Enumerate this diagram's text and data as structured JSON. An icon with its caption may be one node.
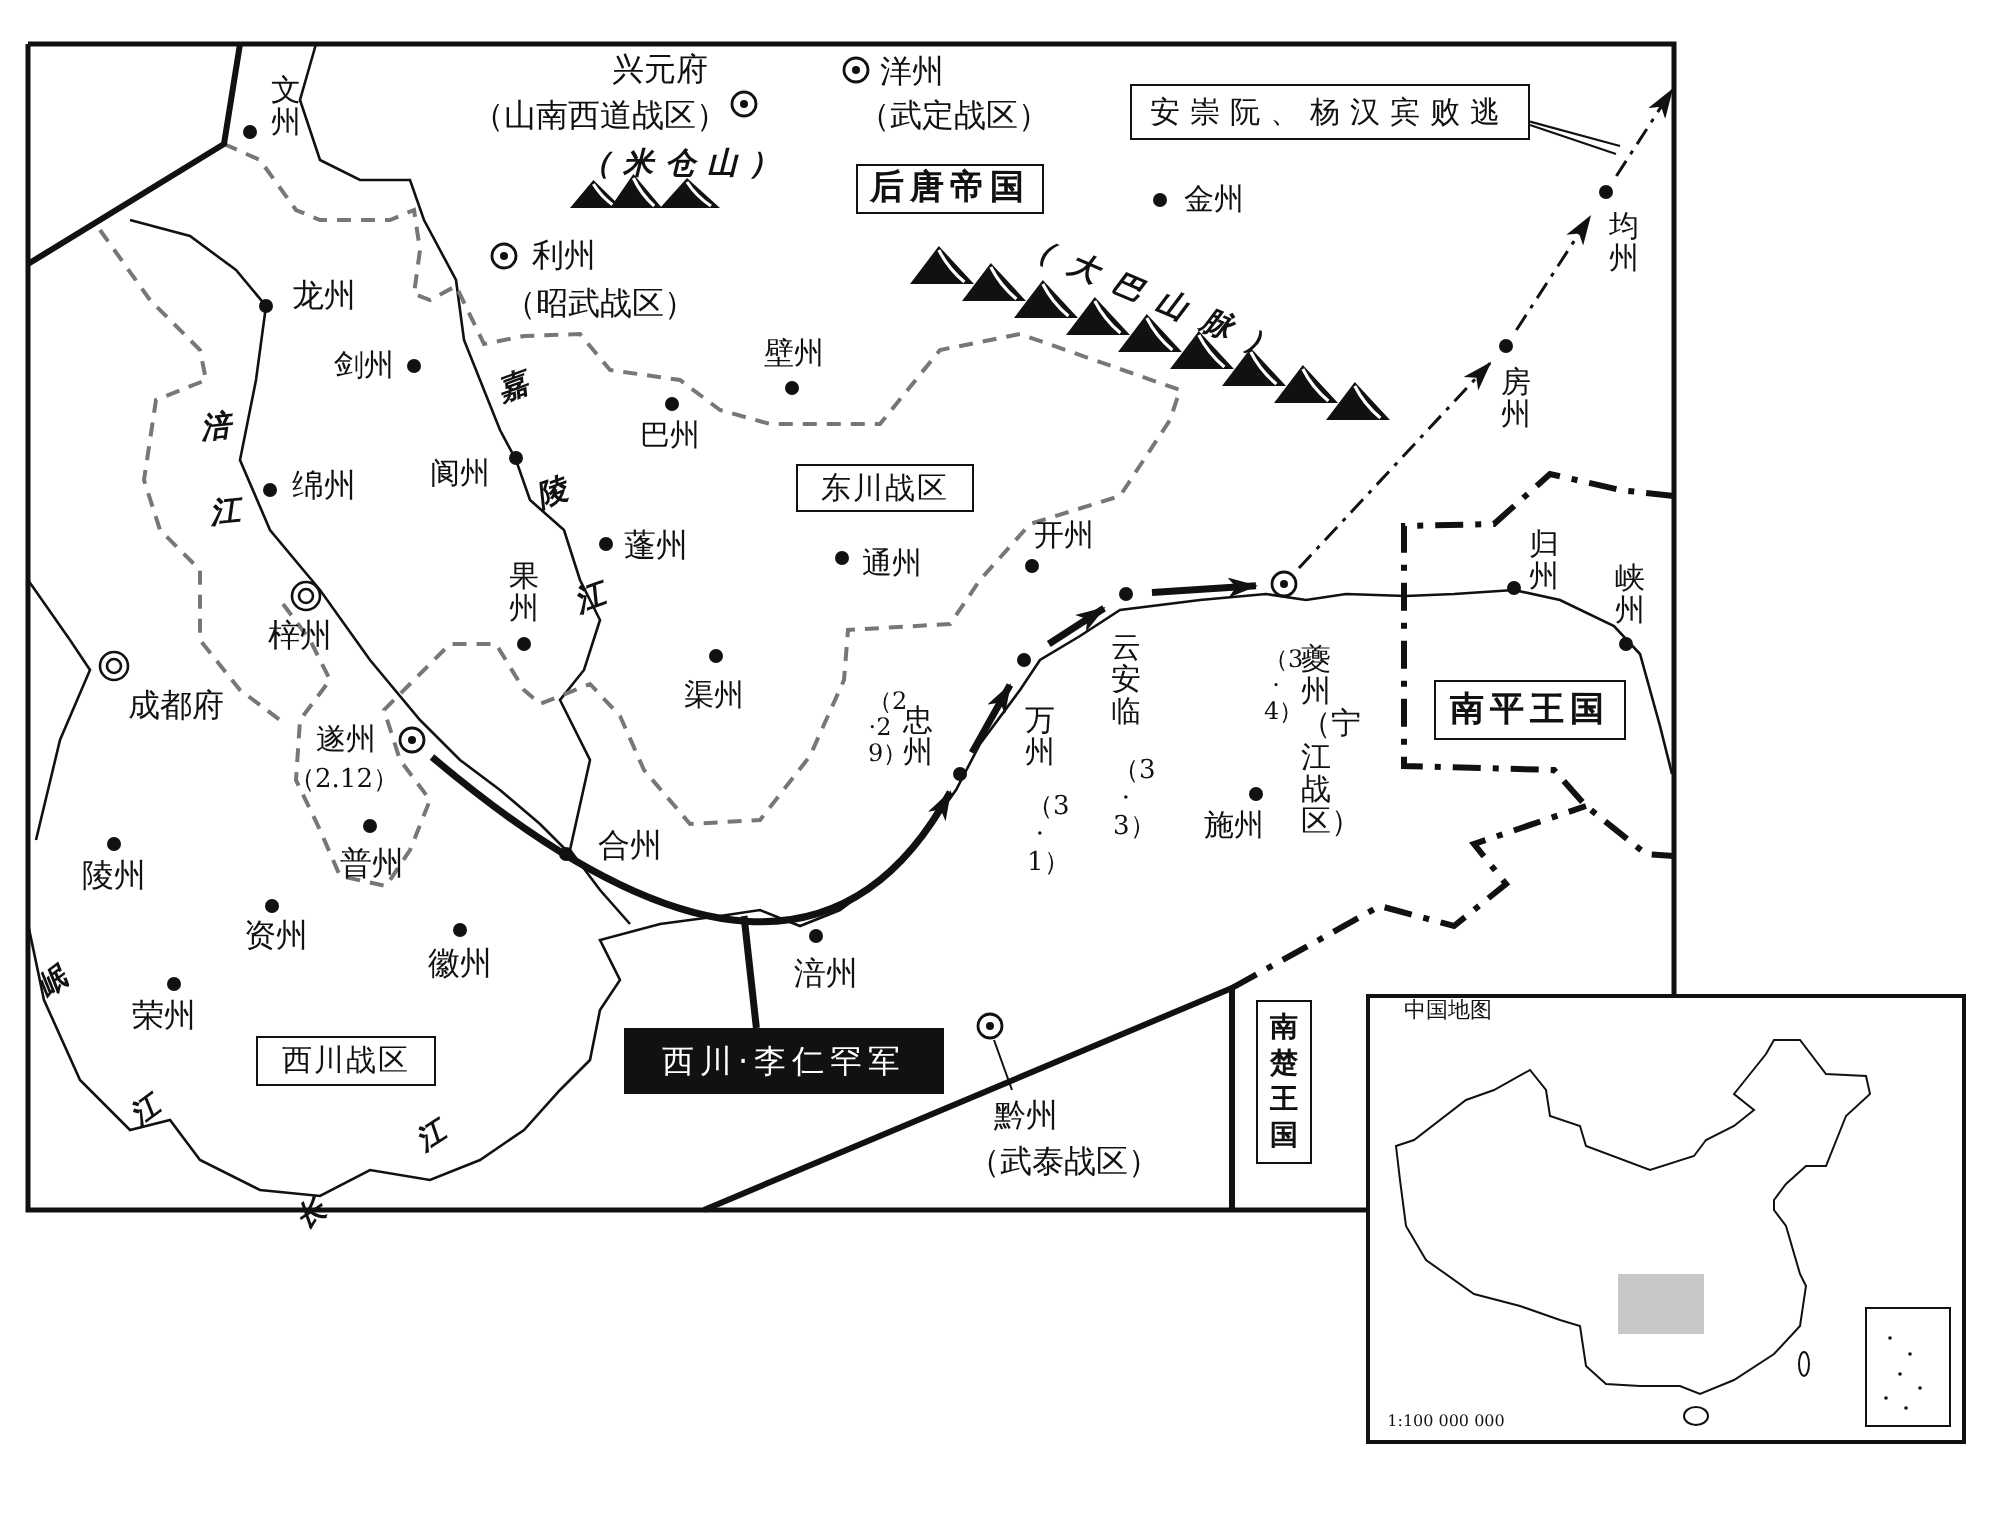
{
  "diagram": {
    "nodes": [
      {
        "text": [
          "后唐帝国"
        ]
      },
      {
        "text": [
          "东川战区"
        ]
      },
      {
        "text": [
          "西川战区"
        ]
      },
      {
        "text": [
          "南平王国"
        ]
      },
      {
        "text": [
          "南楚王国"
        ]
      },
      {
        "text": [
          "安崇阮、杨汉宾败逃"
        ]
      },
      {
        "text": [
          "西川·李仁罕军"
        ]
      },
      {
        "text": [
          "遂州",
          "（2.12）"
        ]
      },
      {
        "text": [
          "（2·29）",
          "忠州"
        ]
      },
      {
        "text": [
          "万州",
          "（3·1）"
        ]
      },
      {
        "text": [
          "云安临",
          "（3·3）"
        ]
      },
      {
        "text": [
          "（3·4）",
          "夔州（宁江战区）"
        ]
      },
      {
        "text": [
          "房州"
        ]
      },
      {
        "text": [
          "均州"
        ]
      }
    ],
    "edges": [
      {
        "from": 7,
        "to": 8,
        "arrow": "to",
        "style": "thick"
      },
      {
        "from": 8,
        "to": 9,
        "arrow": "to",
        "style": "thick"
      },
      {
        "from": 9,
        "to": 10,
        "arrow": "to",
        "style": "thick"
      },
      {
        "from": 10,
        "to": 11,
        "arrow": "to",
        "style": "thick"
      },
      {
        "from": 11,
        "to": 12,
        "arrow": "to",
        "style": "dashed"
      },
      {
        "from": 12,
        "to": 13,
        "arrow": "to",
        "style": "dashed"
      },
      {
        "from": 13,
        "to": null,
        "arrow": "to",
        "style": "dashed"
      },
      {
        "from": 5,
        "to": null,
        "arrow": "none"
      },
      {
        "from": 5,
        "to": null,
        "arrow": "none"
      },
      {
        "from": 6,
        "to": null,
        "arrow": "none",
        "style": "thick"
      }
    ],
    "labels": [
      "文州",
      "兴元府",
      "（山南西道战区）",
      "洋州",
      "（武定战区）",
      "（米仓山）",
      "金州",
      "（大巴山脉）",
      "利州",
      "（昭武战区）",
      "龙州",
      "剑州",
      "壁州",
      "巴州",
      "嘉陵江",
      "阆州",
      "涪江",
      "绵州",
      "蓬州",
      "通州",
      "开州",
      "果州",
      "梓州",
      "成都府",
      "渠州",
      "施州",
      "合州",
      "普州",
      "陵州",
      "资州",
      "徽州",
      "荣州",
      "涪州",
      "黔州",
      "（武泰战区）",
      "归州",
      "峡州",
      "岷江",
      "长江",
      "中国地图",
      "1:100 000 000"
    ]
  }
}
